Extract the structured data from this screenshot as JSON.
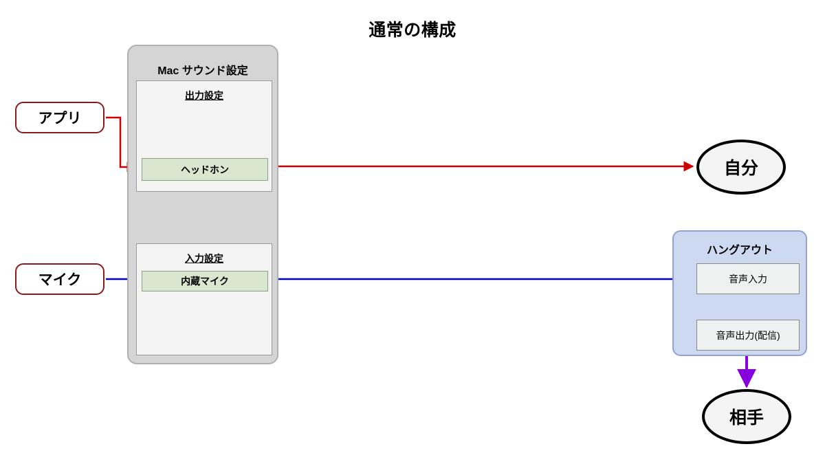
{
  "title": "通常の構成",
  "sources": {
    "app": "アプリ",
    "mic": "マイク"
  },
  "mac_panel": {
    "title": "Mac サウンド設定",
    "output_section": {
      "title": "出力設定",
      "device": "ヘッドホン"
    },
    "input_section": {
      "title": "入力設定",
      "device": "内蔵マイク"
    }
  },
  "hangouts": {
    "title": "ハングアウト",
    "audio_input": "音声入力",
    "audio_output": "音声出力(配信)"
  },
  "endpoints": {
    "self": "自分",
    "peer": "相手"
  },
  "edges": [
    {
      "name": "app-to-headphone",
      "from": "アプリ",
      "to": "ヘッドホン",
      "color": "#cc0000"
    },
    {
      "name": "headphone-to-self",
      "from": "ヘッドホン",
      "to": "自分",
      "color": "#cc0000"
    },
    {
      "name": "mic-to-internal-mic",
      "from": "マイク",
      "to": "内蔵マイク",
      "color": "#0000cc"
    },
    {
      "name": "internal-mic-to-audio-input",
      "from": "内蔵マイク",
      "to": "音声入力",
      "color": "#0000cc"
    },
    {
      "name": "audio-input-to-audio-output",
      "from": "音声入力",
      "to": "音声出力(配信)",
      "color": "#8800dd"
    },
    {
      "name": "audio-output-to-peer",
      "from": "音声出力(配信)",
      "to": "相手",
      "color": "#8800dd"
    }
  ],
  "colors": {
    "red_flow": "#cc0000",
    "blue_flow": "#0000cc",
    "purple_flow": "#8800dd",
    "source_border": "#8b1a1a",
    "device_fill": "#d9e6d0",
    "panel_fill": "#d5d5d5",
    "hangouts_fill": "#ccd9f0"
  }
}
